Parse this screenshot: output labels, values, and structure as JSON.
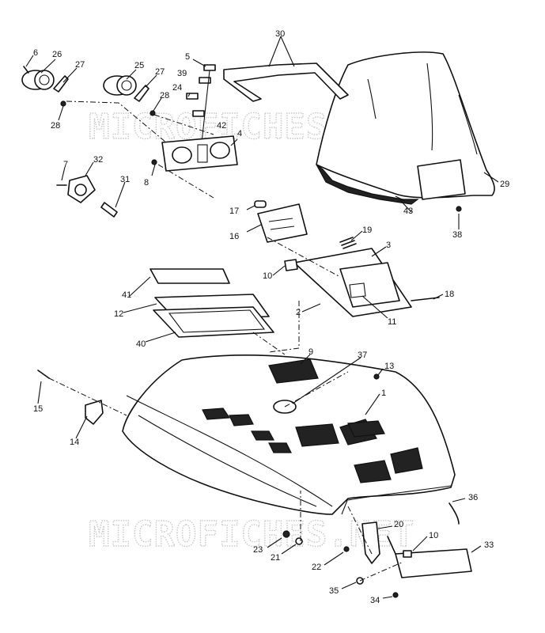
{
  "watermark": "MICROFICHES.NET",
  "labels": {
    "p1": "1",
    "p2": "2",
    "p3": "3",
    "p4": "4",
    "p5": "5",
    "p6": "6",
    "p7": "7",
    "p8": "8",
    "p9": "9",
    "p10a": "10",
    "p10b": "10",
    "p11": "11",
    "p12": "12",
    "p13": "13",
    "p14": "14",
    "p15": "15",
    "p16": "16",
    "p17": "17",
    "p18": "18",
    "p19": "19",
    "p20": "20",
    "p21": "21",
    "p22": "22",
    "p23": "23",
    "p24": "24",
    "p25": "25",
    "p26": "26",
    "p27a": "27",
    "p27b": "27",
    "p28a": "28",
    "p28b": "28",
    "p29": "29",
    "p30": "30",
    "p31": "31",
    "p32": "32",
    "p33": "33",
    "p34": "34",
    "p35": "35",
    "p36": "36",
    "p37": "37",
    "p38": "38",
    "p39": "39",
    "p40": "40",
    "p41": "41",
    "p42": "42",
    "p43": "43"
  }
}
